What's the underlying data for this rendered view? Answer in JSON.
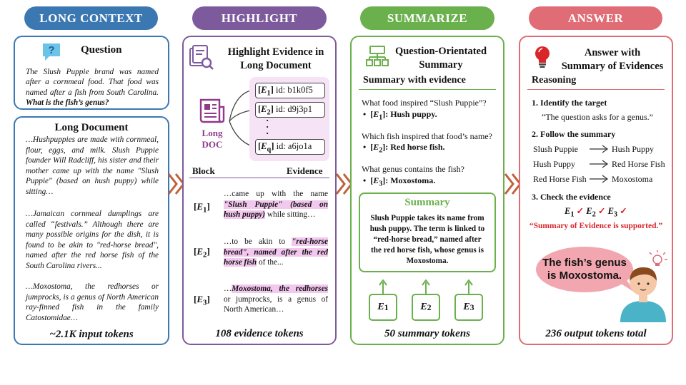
{
  "headers": {
    "long_context": "LONG CONTEXT",
    "highlight": "HIGHLIGHT",
    "summarize": "SUMMARIZE",
    "answer": "ANSWER"
  },
  "colors": {
    "blue": "#3b78b2",
    "purple": "#7d5a9c",
    "green": "#6ab04c",
    "red": "#e06c75",
    "chevron": "#c0623a",
    "highlight_pink": "#f3c8ef",
    "evidence_bg": "#f6e4f6"
  },
  "question": {
    "title": "Question",
    "text": "The Slush Puppie brand was named after a cornmeal food. That food was named after a fish from South Carolina.",
    "bold": "What is the fish’s genus?"
  },
  "document": {
    "title": "Long Document",
    "p1": "…Hushpuppies are made with cornmeal, flour, eggs, and milk. Slush Puppie founder Will Radcliff, his sister and their mother came up with the name \"Slush Puppie\" (based on hush puppy) while sitting…",
    "p2": "…Jamaican cornmeal dumplings are called “festivals.” Although there are many possible origins for the dish, it is found to be akin to \"red-horse bread\", named after the red horse fish of the South Carolina rivers...",
    "p3": "…Moxostoma, the redhorses or jumprocks, is a genus of North American ray-finned fish in the family Catostomidae…"
  },
  "footers": {
    "input": "~2.1K input tokens",
    "evidence": "108 evidence tokens",
    "summary": "50 summary tokens",
    "output": "236 output tokens total"
  },
  "highlight": {
    "title_line1": "Highlight Evidence in",
    "title_line2": "Long Document",
    "doc_label_line1": "Long",
    "doc_label_line2": "DOC",
    "ids": [
      {
        "label": "E1",
        "id": "id: b1k0f5"
      },
      {
        "label": "E2",
        "id": "id: d9j3p1"
      },
      {
        "label": "Eq",
        "id": "id: a6jo1a"
      }
    ],
    "block_header": "Block",
    "evidence_header": "Evidence",
    "rows": [
      {
        "label": "E1",
        "pre": "…came up with the name ",
        "hl": "\"Slush Puppie\" (based on hush puppy)",
        "post": " while sitting…"
      },
      {
        "label": "E2",
        "pre": "…to be akin to ",
        "hl": "\"red-horse bread\", named after the red horse fish",
        "post": " of the..."
      },
      {
        "label": "E3",
        "pre": "…",
        "hl": "Moxostoma, the redhorses",
        "post": " or jumprocks, is a genus of North American…"
      }
    ]
  },
  "summarize": {
    "title_line1": "Question-Orientated",
    "title_line2": "Summary",
    "subtitle": "Summary with evidence",
    "qa": [
      {
        "q": "What food inspired “Slush Puppie”?",
        "label": "E1",
        "a": ": Hush puppy."
      },
      {
        "q": "Which fish inspired that food’s name?",
        "label": "E2",
        "a": ": Red horse fish."
      },
      {
        "q": "What genus contains the fish?",
        "label": "E3",
        "a": ": Moxostoma."
      }
    ],
    "summary_title": "Summary",
    "summary_text": "Slush Puppie takes its name from hush puppy. The term is linked to “red-horse bread,” named after the red horse fish, whose genus is Moxostoma.",
    "evidence_buttons": [
      "E1",
      "E2",
      "E3"
    ]
  },
  "answer": {
    "title_line1": "Answer with",
    "title_line2": "Summary of Evidences",
    "reasoning": "Reasoning",
    "step1": "1. Identify the target",
    "step1_text": "“The question asks for a genus.”",
    "step2": "2. Follow the summary",
    "chain": [
      {
        "from": "Slush Puppie",
        "to": "Hush Puppy"
      },
      {
        "from": "Hush Puppy",
        "to": "Red Horse Fish"
      },
      {
        "from": "Red Horse Fish",
        "to": "Moxostoma"
      }
    ],
    "step3": "3. Check the evidence",
    "checks": [
      "E1",
      "E2",
      "E3"
    ],
    "check_mark": "✓",
    "supported": "“Summary of Evidence  is supported.”",
    "bubble_line1": "The fish’s genus",
    "bubble_line2": "is Moxostoma."
  }
}
